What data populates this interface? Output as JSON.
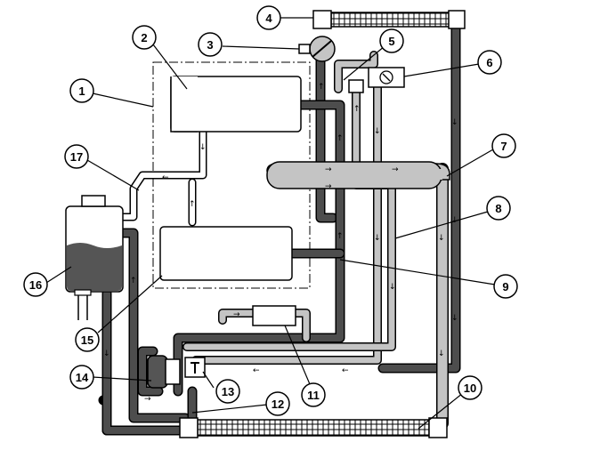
{
  "colors": {
    "hot_pipe": "#4d4d4d",
    "cool_pipe": "#c4c4c4",
    "outline": "#000000",
    "component_fill": "#d8d8d8",
    "coolant_fill": "#555555",
    "background": "#ffffff"
  },
  "callouts": [
    {
      "id": "1",
      "label": "1"
    },
    {
      "id": "2",
      "label": "2"
    },
    {
      "id": "3",
      "label": "3"
    },
    {
      "id": "4",
      "label": "4"
    },
    {
      "id": "5",
      "label": "5"
    },
    {
      "id": "6",
      "label": "6"
    },
    {
      "id": "7",
      "label": "7"
    },
    {
      "id": "8",
      "label": "8"
    },
    {
      "id": "9",
      "label": "9"
    },
    {
      "id": "10",
      "label": "10"
    },
    {
      "id": "11",
      "label": "11"
    },
    {
      "id": "12",
      "label": "12"
    },
    {
      "id": "13",
      "label": "13"
    },
    {
      "id": "14",
      "label": "14"
    },
    {
      "id": "15",
      "label": "15"
    },
    {
      "id": "16",
      "label": "16"
    },
    {
      "id": "17",
      "label": "17"
    }
  ]
}
